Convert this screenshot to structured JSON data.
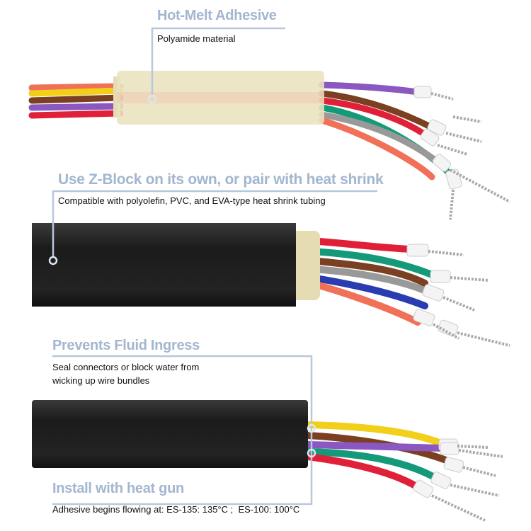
{
  "colors": {
    "accent": "#a3b6cf",
    "text": "#111111",
    "jacket": "#1e1e1e",
    "adhesive": "#e9e2bf"
  },
  "sections": [
    {
      "title": "Hot-Melt Adhesive",
      "description": [
        "Polyamide material"
      ]
    },
    {
      "title": "Use Z-Block on its own, or pair with heat shrink",
      "description": [
        "Compatible with polyolefin, PVC, and EVA-type heat shrink tubing"
      ]
    },
    {
      "title": "Prevents Fluid Ingress",
      "description": [
        "Seal connectors or block water from",
        "wicking up wire bundles"
      ]
    },
    {
      "title": "Install with heat gun",
      "description": [
        "Adhesive begins flowing at: ES-135: 135°C ;  ES-100: 100°C"
      ]
    }
  ]
}
